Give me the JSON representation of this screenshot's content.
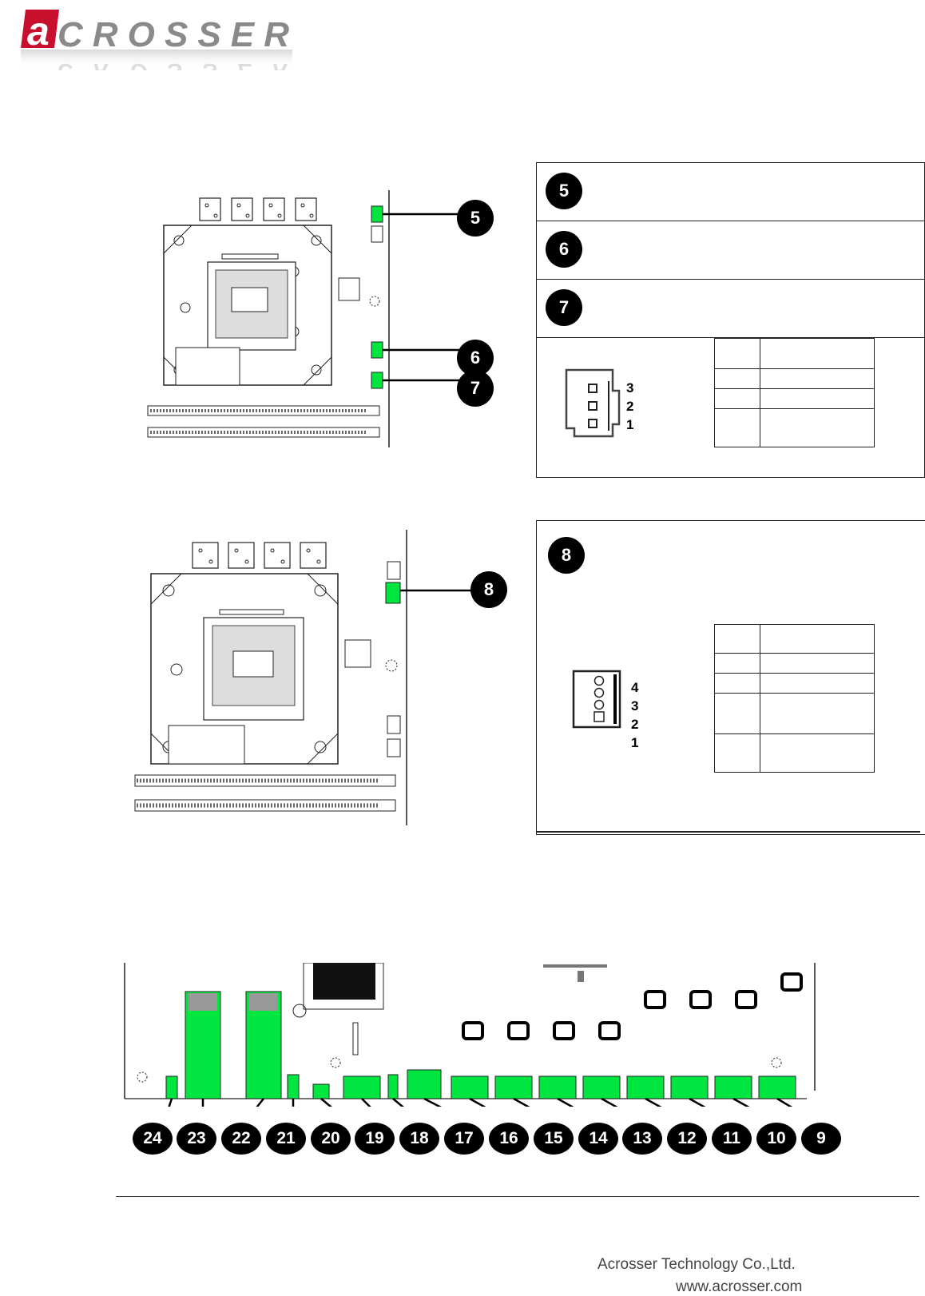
{
  "brand": {
    "logo_text": "ACROSSER",
    "colors": {
      "red": "#c8102e",
      "gray": "#8a8a8a"
    }
  },
  "callouts_top": [
    {
      "id": "5",
      "label": "5"
    },
    {
      "id": "6",
      "label": "6"
    },
    {
      "id": "7",
      "label": "7"
    }
  ],
  "connector_3pin": {
    "pins": [
      "3",
      "2",
      "1"
    ]
  },
  "callout_8": {
    "label": "8"
  },
  "connector_4pin": {
    "pins": [
      "4",
      "3",
      "2",
      "1"
    ]
  },
  "bottom_callouts": [
    "24",
    "23",
    "22",
    "21",
    "20",
    "19",
    "18",
    "17",
    "16",
    "15",
    "14",
    "13",
    "12",
    "11",
    "10",
    "9"
  ],
  "footer": {
    "company": "Acrosser Technology Co.,Ltd.",
    "url": "www.acrosser.com"
  },
  "colors": {
    "connector_green": "#00e640",
    "line": "#222222"
  }
}
